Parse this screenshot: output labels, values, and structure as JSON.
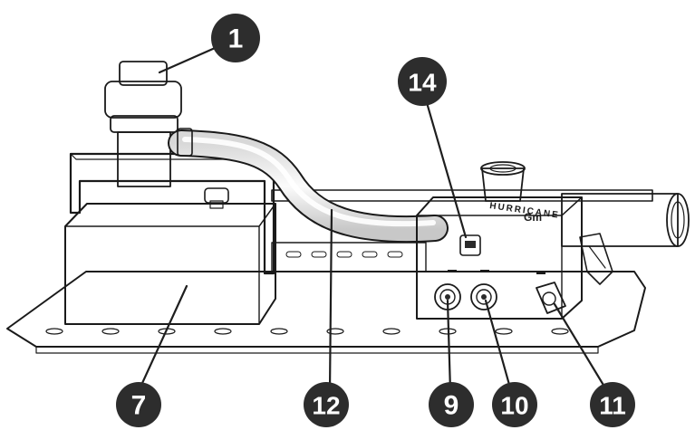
{
  "diagram": {
    "callouts": [
      "1",
      "14",
      "7",
      "12",
      "9",
      "10",
      "11"
    ],
    "device_label": "HURRICANE",
    "device_sublabel": "Gm"
  },
  "colors": {
    "callout_fill": "#2d2d2d",
    "callout_text": "#ffffff",
    "ink": "#1a1a1a",
    "background": "#ffffff"
  }
}
